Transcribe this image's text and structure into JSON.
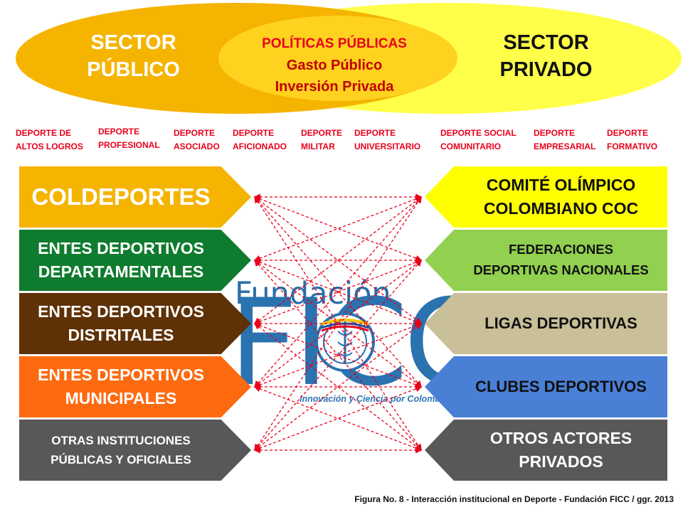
{
  "venn": {
    "public": [
      "SECTOR",
      "PÚBLICO"
    ],
    "private": [
      "SECTOR",
      "PRIVADO"
    ],
    "intersection": [
      "POLÍTICAS PÚBLICAS",
      "Gasto Público",
      "Inversión Privada"
    ]
  },
  "categories": [
    [
      "DEPORTE DE",
      "ALTOS LOGROS"
    ],
    [
      "DEPORTE",
      "PROFESIONAL"
    ],
    [
      "DEPORTE",
      "ASOCIADO"
    ],
    [
      "DEPORTE",
      "AFICIONADO"
    ],
    [
      "DEPORTE",
      "MILITAR"
    ],
    [
      "DEPORTE",
      "UNIVERSITARIO"
    ],
    [
      "DEPORTE SOCIAL",
      "COMUNITARIO"
    ],
    [
      "DEPORTE",
      "EMPRESARIAL"
    ],
    [
      "DEPORTE",
      "FORMATIVO"
    ]
  ],
  "public_entities": [
    {
      "lines": [
        "COLDEPORTES"
      ],
      "color": "#f5b400"
    },
    {
      "lines": [
        "ENTES DEPORTIVOS",
        "DEPARTAMENTALES"
      ],
      "color": "#0f7b2e"
    },
    {
      "lines": [
        "ENTES DEPORTIVOS",
        "DISTRITALES"
      ],
      "color": "#5e3106"
    },
    {
      "lines": [
        "ENTES DEPORTIVOS",
        "MUNICIPALES"
      ],
      "color": "#fd6a0f"
    },
    {
      "lines": [
        "OTRAS INSTITUCIONES",
        "PÚBLICAS Y OFICIALES"
      ],
      "color": "#585858"
    }
  ],
  "private_entities": [
    {
      "lines": [
        "COMITÉ OLÍMPICO",
        "COLOMBIANO COC"
      ],
      "color": "#ffff00"
    },
    {
      "lines": [
        "FEDERACIONES",
        "DEPORTIVAS NACIONALES"
      ],
      "color": "#92d050"
    },
    {
      "lines": [
        "LIGAS DEPORTIVAS"
      ],
      "color": "#c9bf98"
    },
    {
      "lines": [
        "CLUBES DEPORTIVOS"
      ],
      "color": "#4a7fd6"
    },
    {
      "lines": [
        "OTROS ACTORES",
        "PRIVADOS"
      ],
      "color": "#585858"
    }
  ],
  "logo": {
    "top": "Fundación",
    "main": "FICC",
    "tagline": "Innovación y Ciencia por Colombia"
  },
  "caption": "Figura No. 8  -  Interacción institucional en Deporte  -  Fundación FICC / ggr. 2013",
  "colors": {
    "public_ellipse": "#f5b400",
    "private_ellipse": "#ffff44",
    "intersection": "#ffd020",
    "connector": "#e8001c"
  }
}
